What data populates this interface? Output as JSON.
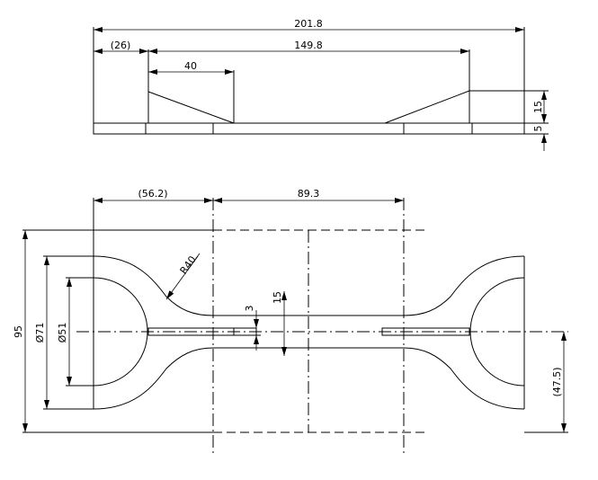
{
  "top_view": {
    "dim_overall": "201.8",
    "dim_left": "(26)",
    "dim_inner": "149.8",
    "dim_taper": "40",
    "dim_height": "15",
    "dim_base": "5"
  },
  "plan_view": {
    "dim_left": "(56.2)",
    "dim_center": "89.3",
    "dim_width": "95",
    "dim_outer_dia": "Ø71",
    "dim_inner_dia": "Ø51",
    "dim_radius": "R40",
    "dim_slot": "3",
    "dim_neck": "15",
    "dim_half": "(47.5)"
  }
}
